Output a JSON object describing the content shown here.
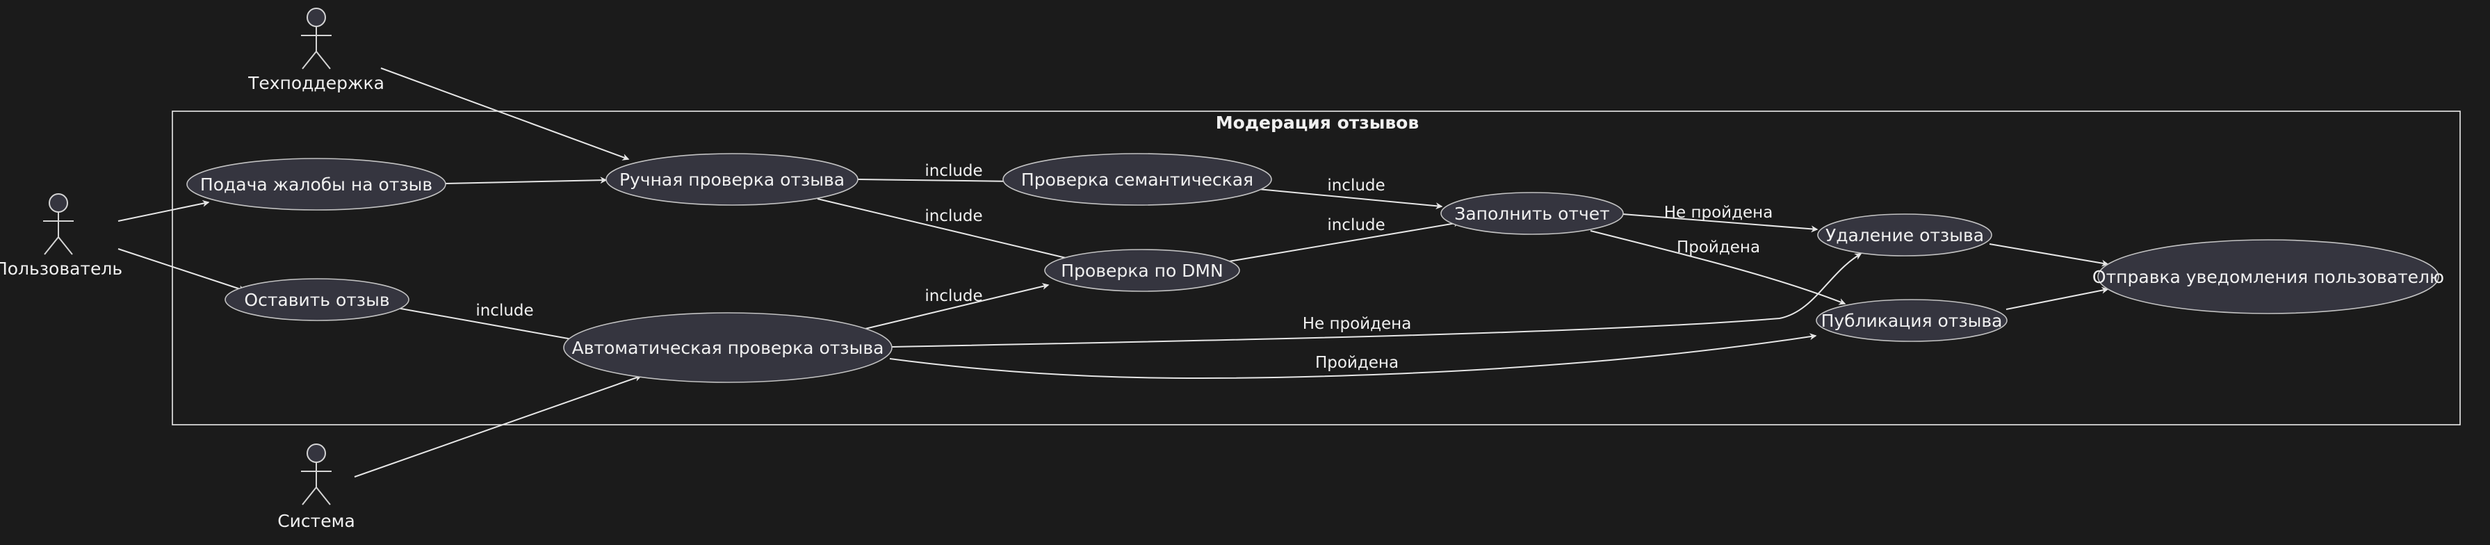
{
  "colors": {
    "background": "#1b1b1b",
    "usecase_fill": "#35353f",
    "usecase_stroke": "#c2c2c2",
    "line": "#e6e6e6",
    "text": "#f0f0f0"
  },
  "boundary": {
    "title": "Модерация отзывов"
  },
  "actors": {
    "user": {
      "label": "Пользователь"
    },
    "support": {
      "label": "Техподдержка"
    },
    "system": {
      "label": "Система"
    }
  },
  "usecases": {
    "complaint": "Подача жалобы на отзыв",
    "leave_review": "Оставить отзыв",
    "manual_check": "Ручная проверка отзыва",
    "auto_check": "Автоматическая проверка отзыва",
    "semantic_check": "Проверка семантическая",
    "dmn_check": "Проверка по DMN",
    "fill_report": "Заполнить отчет",
    "delete_review": "Удаление отзыва",
    "publish_review": "Публикация отзыва",
    "notify_user": "Отправка уведомления пользователю"
  },
  "edge_labels": {
    "leave_to_auto": "include",
    "manual_to_semantic": "include",
    "manual_to_dmn": "include",
    "auto_to_dmn": "include",
    "semantic_to_report": "include",
    "dmn_to_report": "include",
    "report_to_delete": "Не пройдена",
    "report_to_publish": "Пройдена",
    "auto_to_delete": "Не пройдена",
    "auto_to_publish": "Пройдена"
  }
}
